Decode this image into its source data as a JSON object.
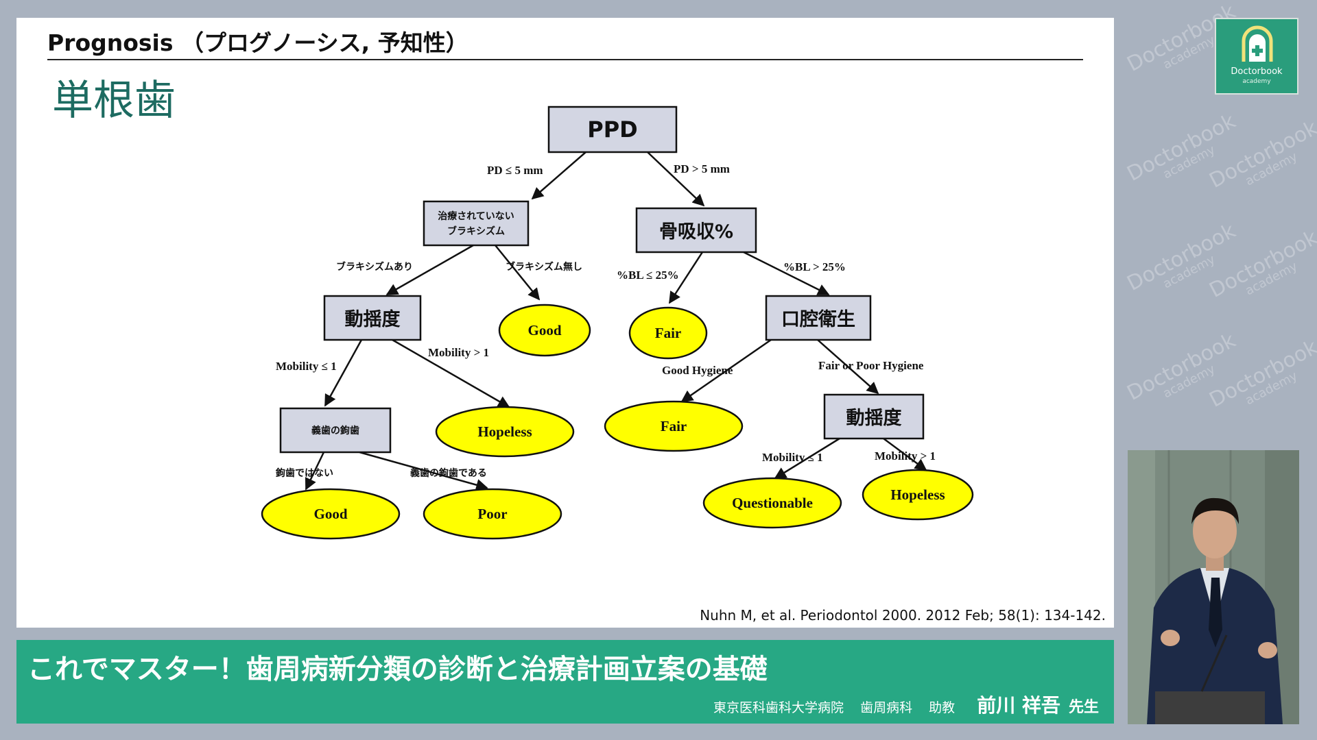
{
  "slide": {
    "title": "Prognosis （プログノーシス, 予知性）",
    "subtitle": "単根歯",
    "citation": "Nuhn M, et al. Periodontol 2000. 2012 Feb; 58(1): 134-142."
  },
  "diagram": {
    "nodes": {
      "ppd": "PPD",
      "brux_line1": "治療されていない",
      "brux_line2": "ブラキシズム",
      "bone_loss": "骨吸収%",
      "mobility_left": "動揺度",
      "good_top": "Good",
      "fair_top": "Fair",
      "oral_hygiene": "口腔衛生",
      "abutment": "義歯の鉤歯",
      "hopeless_left": "Hopeless",
      "fair_mid": "Fair",
      "mobility_right": "動揺度",
      "good_bottom": "Good",
      "poor": "Poor",
      "questionable": "Questionable",
      "hopeless_right": "Hopeless"
    },
    "edges": {
      "pd_le5": "PD ≤ 5 mm",
      "pd_gt5": "PD > 5 mm",
      "brux_yes": "ブラキシズムあり",
      "brux_no": "ブラキシズム無し",
      "bl_le25": "%BL ≤ 25%",
      "bl_gt25": "%BL > 25%",
      "mob_le1_left": "Mobility ≤ 1",
      "mob_gt1_left": "Mobility > 1",
      "good_hygiene": "Good Hygiene",
      "fair_poor_hygiene": "Fair or Poor Hygiene",
      "not_abutment": "鉤歯ではない",
      "is_abutment": "義歯の鉤歯である",
      "mob_le1_right": "Mobility ≤ 1",
      "mob_gt1_right": "Mobility > 1"
    }
  },
  "banner": {
    "title": "これでマスター！歯周病新分類の診断と治療計画立案の基礎",
    "affiliation_1": "東京医科歯科大学病院",
    "affiliation_2": "歯周病科",
    "affiliation_3": "助教",
    "presenter": "前川 祥吾",
    "honorific": "先生"
  },
  "logo": {
    "text": "Doctorbook",
    "sub": "academy",
    "icon": "arch-cross-icon"
  },
  "watermark": {
    "text": "Doctorbook",
    "sub": "academy"
  },
  "colors": {
    "accent": "#27a884",
    "node_fill": "#d3d6e3",
    "oval_fill": "#ffff00",
    "subtitle": "#1d6b61"
  }
}
